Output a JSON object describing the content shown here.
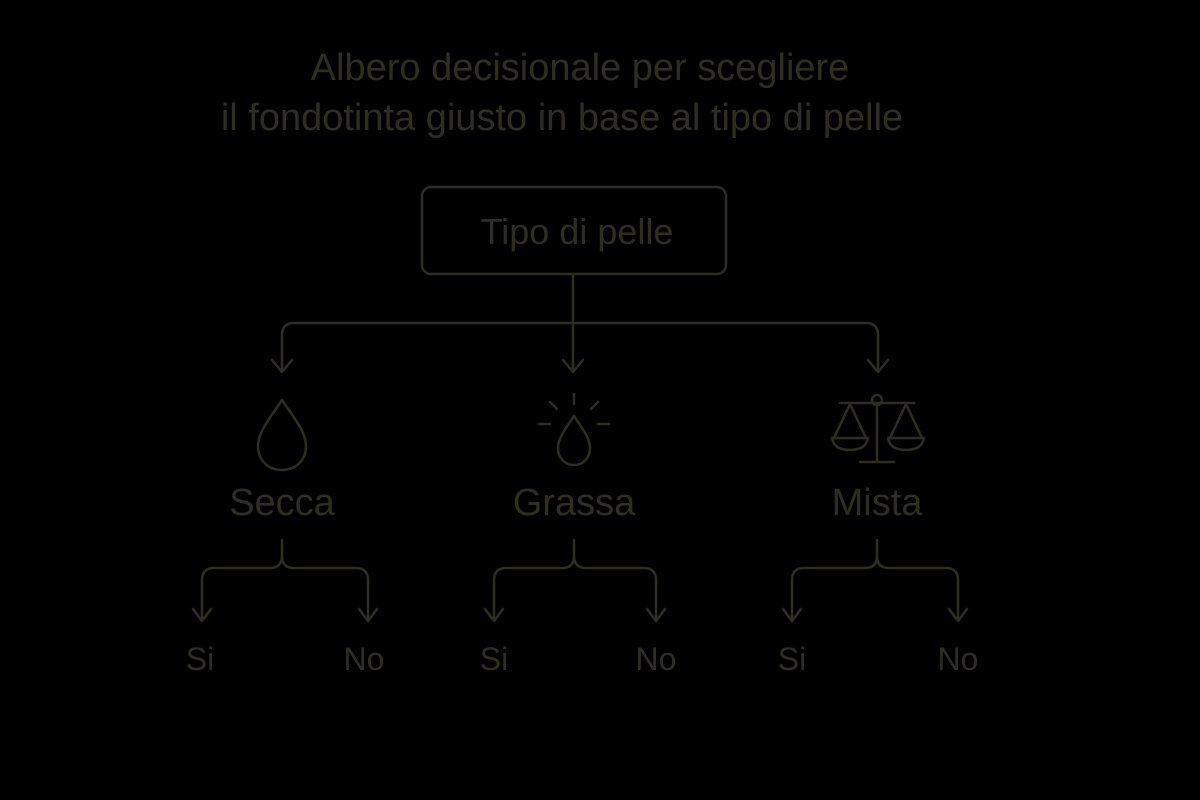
{
  "colors": {
    "background": "#000000",
    "ink": "#2e2d1f"
  },
  "title": {
    "line1": "Albero decisionale per scegliere",
    "line2": "il fondotinta giusto in base al tipo di pelle"
  },
  "root": {
    "label": "Tipo di pelle"
  },
  "branches": [
    {
      "label": "Secca",
      "icon": "water-drop-icon",
      "yes": "Si",
      "no": "No"
    },
    {
      "label": "Grassa",
      "icon": "shining-drop-icon",
      "yes": "Si",
      "no": "No"
    },
    {
      "label": "Mista",
      "icon": "balance-scale-icon",
      "yes": "Si",
      "no": "No"
    }
  ]
}
